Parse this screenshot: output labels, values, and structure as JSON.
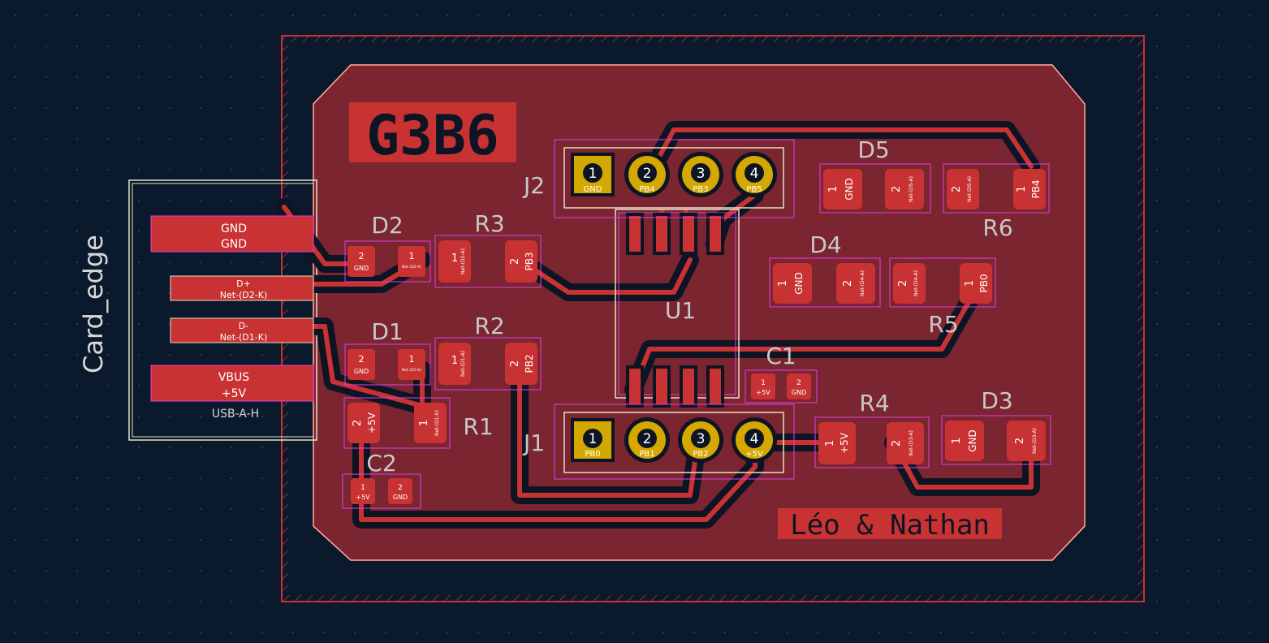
{
  "board": {
    "title": "G3B6",
    "authors": "Léo & Nathan",
    "card_edge_label": "Card_edge",
    "usb_footprint_label": "USB-A-H",
    "colors": {
      "copper": "#c83232",
      "pad": "#d94848",
      "background": "#0a1a2c",
      "silkscreen": "#d8d8d8",
      "courtyard": "#e040e0",
      "tht_ring": "#d4a800"
    }
  },
  "usb_pins": [
    {
      "name": "GND",
      "net": "GND"
    },
    {
      "name": "D+",
      "net": "Net-(D2-K)"
    },
    {
      "name": "D-",
      "net": "Net-(D1-K)"
    },
    {
      "name": "VBUS",
      "net": "+5V"
    }
  ],
  "ref": {
    "j1": "J1",
    "j2": "J2",
    "u1": "U1",
    "c1": "C1",
    "c2": "C2",
    "r1": "R1",
    "r2": "R2",
    "r3": "R3",
    "r4": "R4",
    "r5": "R5",
    "r6": "R6",
    "d1": "D1",
    "d2": "D2",
    "d3": "D3",
    "d4": "D4",
    "d5": "D5"
  },
  "j2_pins": [
    {
      "num": "1",
      "net": "GND"
    },
    {
      "num": "2",
      "net": "PB4"
    },
    {
      "num": "3",
      "net": "PB3"
    },
    {
      "num": "4",
      "net": "PB5"
    }
  ],
  "j1_pins": [
    {
      "num": "1",
      "net": "PB0"
    },
    {
      "num": "2",
      "net": "PB1"
    },
    {
      "num": "3",
      "net": "PB2"
    },
    {
      "num": "4",
      "net": "+5V"
    }
  ],
  "smd": {
    "d2": {
      "p1": "1",
      "n1": "Net-(D2-K)",
      "p2": "2",
      "n2": "GND"
    },
    "r3": {
      "p1": "1",
      "n1": "Net-(D2-A)",
      "p2": "2",
      "n2": "PB3"
    },
    "d1": {
      "p1": "1",
      "n1": "Net-(D1-K)",
      "p2": "2",
      "n2": "GND"
    },
    "r2": {
      "p1": "1",
      "n1": "Net-(D1-A)",
      "p2": "2",
      "n2": "PB2"
    },
    "r1": {
      "p1": "1",
      "n1": "Net-(D1-K)",
      "p2": "2",
      "n2": "+5V"
    },
    "c2": {
      "p1": "1",
      "n1": "+5V",
      "p2": "2",
      "n2": "GND"
    },
    "c1": {
      "p1": "1",
      "n1": "+5V",
      "p2": "2",
      "n2": "GND"
    },
    "d5": {
      "p1": "1",
      "n1": "GND",
      "p2": "2",
      "n2": "Net-(D5-A)"
    },
    "r6": {
      "p1": "1",
      "n1": "PB4",
      "p2": "2",
      "n2": "Net-(D5-A)"
    },
    "d4": {
      "p1": "1",
      "n1": "GND",
      "p2": "2",
      "n2": "Net-(D4-A)"
    },
    "r5": {
      "p1": "1",
      "n1": "PB0",
      "p2": "2",
      "n2": "Net-(D4-A)"
    },
    "r4": {
      "p1": "1",
      "n1": "+5V",
      "p2": "2",
      "n2": "Net-(D3-A)"
    },
    "d3": {
      "p1": "1",
      "n1": "GND",
      "p2": "2",
      "n2": "Net-(D3-A)"
    }
  }
}
